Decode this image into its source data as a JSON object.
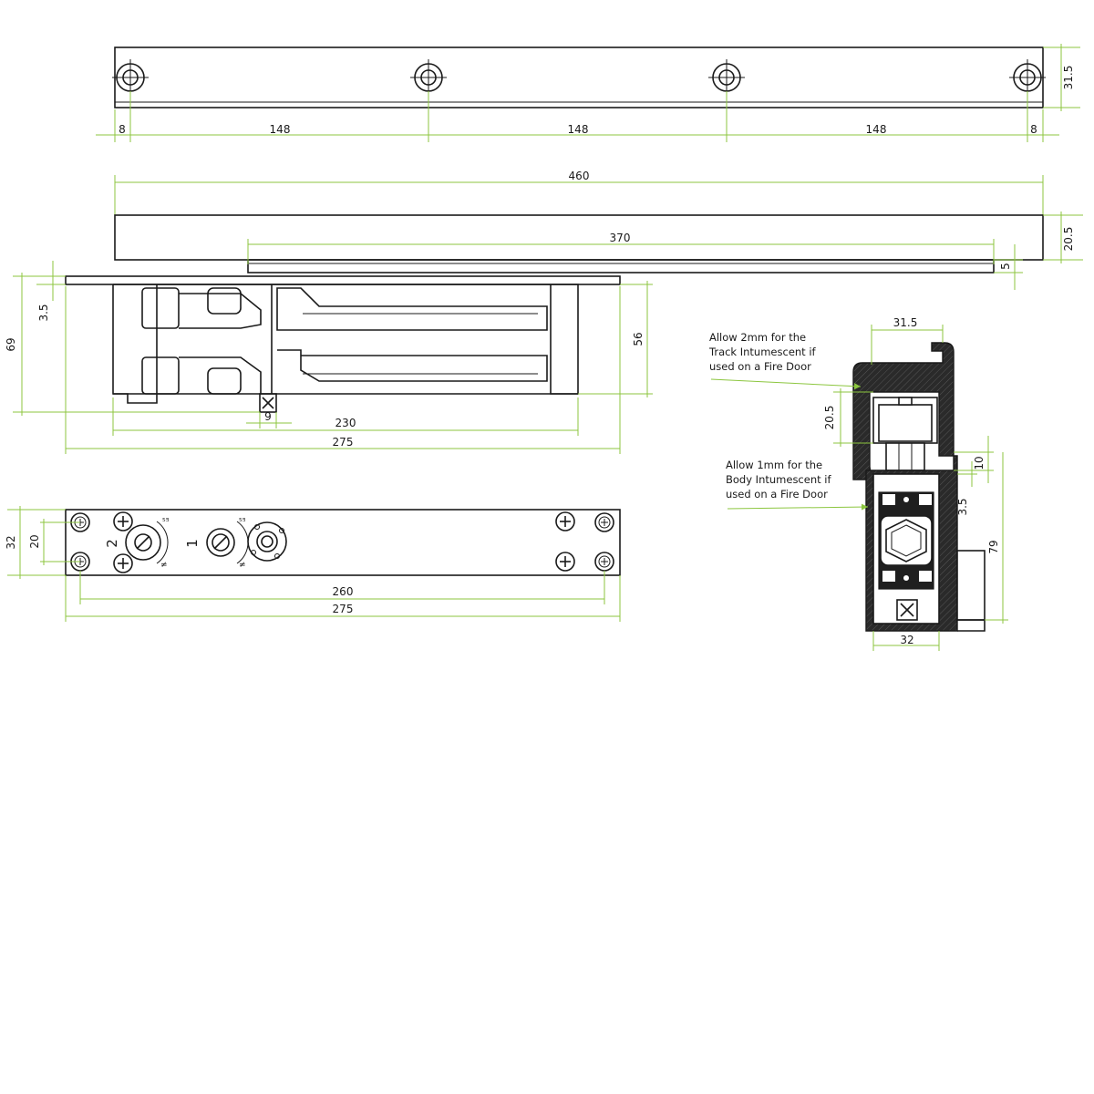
{
  "track_top_view": {
    "dims": {
      "left_offset": "8",
      "spacing_1": "148",
      "spacing_2": "148",
      "spacing_3": "148",
      "right_offset": "8",
      "height": "31.5"
    }
  },
  "side_view": {
    "dims": {
      "track_length": "460",
      "arm_length": "370",
      "track_height": "20.5",
      "arm_height": "5",
      "plate_thickness": "3.5",
      "overall_height": "69",
      "body_height": "56",
      "spindle_offset": "9",
      "body_length": "230",
      "plate_length": "275"
    }
  },
  "plate_view": {
    "dims": {
      "plate_height": "32",
      "hole_spacing_v": "20",
      "hole_spacing_h": "260",
      "plate_length": "275"
    },
    "valve_labels": [
      "2",
      "1"
    ]
  },
  "section_view": {
    "notes": {
      "track": [
        "Allow 2mm for the",
        "Track Intumescent if",
        "used on a Fire Door"
      ],
      "body": [
        "Allow 1mm for the",
        "Body Intumescent if",
        "used on a Fire Door"
      ]
    },
    "dims": {
      "track_width": "31.5",
      "track_depth": "20.5",
      "gap": "10",
      "offset": "3.5",
      "body_depth": "79",
      "body_width": "32"
    }
  },
  "colors": {
    "dimension_line": "#8cc63f",
    "drawing_line": "#1a1a1a"
  }
}
